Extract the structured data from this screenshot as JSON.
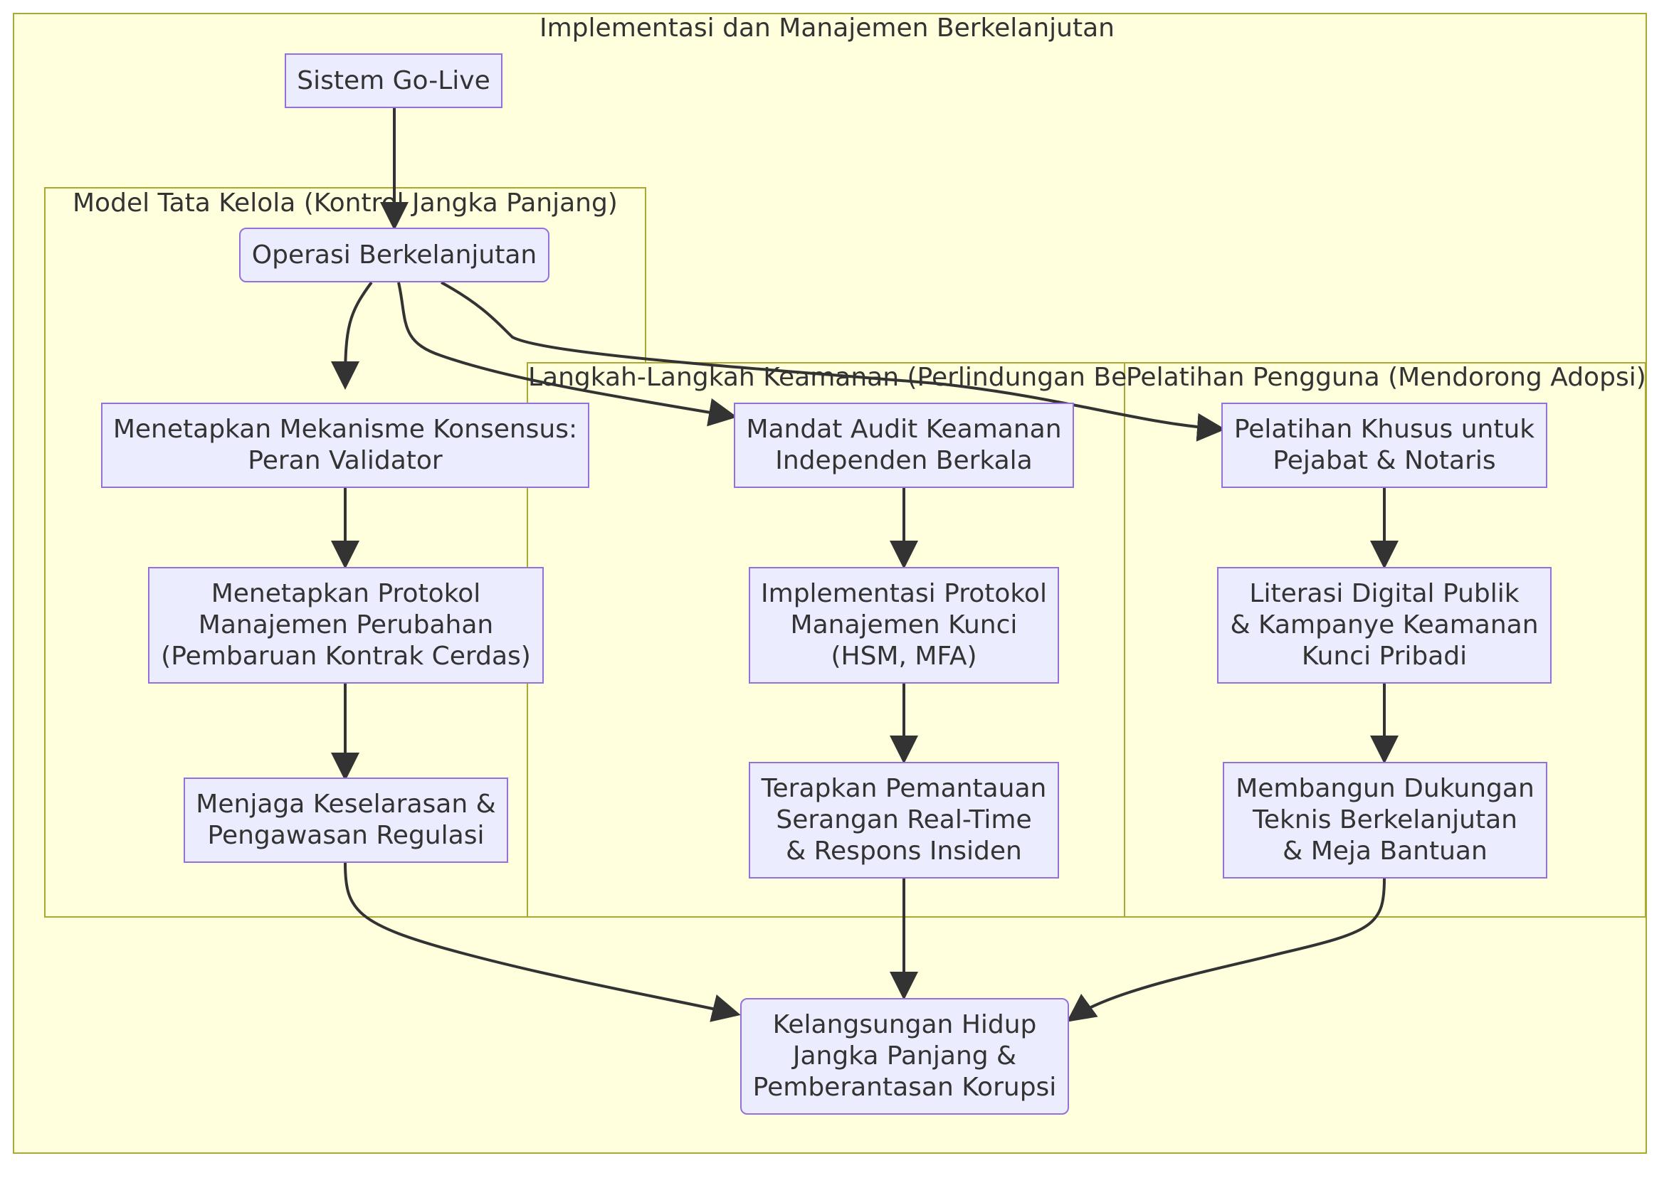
{
  "clusters": {
    "main": "Implementasi dan Manajemen Berkelanjutan",
    "governance": "Model Tata Kelola (Kontrol Jangka Panjang)",
    "security": "Langkah-Langkah Keamanan (Perlindungan Be",
    "training": "Pelatihan Pengguna (Mendorong Adopsi)"
  },
  "nodes": {
    "golive": "Sistem Go-Live",
    "ops": "Operasi Berkelanjutan",
    "consensus": "Menetapkan Mekanisme Konsensus:\nPeran Validator",
    "change_mgmt": "Menetapkan Protokol\nManajemen Perubahan\n(Pembaruan Kontrak Cerdas)",
    "regulation": "Menjaga Keselarasan &\nPengawasan Regulasi",
    "audit": "Mandat Audit Keamanan\nIndependen Berkala",
    "key_mgmt": "Implementasi Protokol\nManajemen Kunci\n(HSM, MFA)",
    "monitoring": "Terapkan Pemantauan\nSerangan Real-Time\n& Respons Insiden",
    "officials": "Pelatihan Khusus untuk\nPejabat & Notaris",
    "literacy": "Literasi Digital Publik\n& Kampanye Keamanan\nKunci Pribadi",
    "support": "Membangun Dukungan\nTeknis Berkelanjutan\n& Meja Bantuan",
    "outcome": "Kelangsungan Hidup\nJangka Panjang &\nPemberantasan Korupsi"
  },
  "colors": {
    "cluster_fill": "#ffffde",
    "cluster_stroke": "#aaaa33",
    "node_fill": "#ececff",
    "node_stroke": "#9370db",
    "edge": "#333333"
  }
}
